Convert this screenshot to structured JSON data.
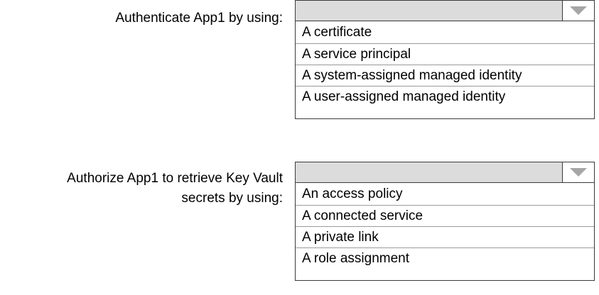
{
  "page": {
    "background_color": "#ffffff",
    "text_color": "#000000",
    "border_color": "#3a3a3a",
    "header_fill_color": "#dcdcdc",
    "arrow_color": "#a6a6a6",
    "separator_color": "#9a9a9a"
  },
  "questions": [
    {
      "label": "Authenticate App1 by using:",
      "dropdown": {
        "selected_value": "",
        "placeholder": "",
        "arrow_icon": "chevron-down-icon",
        "expanded": true,
        "options": [
          "A certificate",
          "A service principal",
          "A system-assigned managed identity",
          "A user-assigned managed identity"
        ]
      }
    },
    {
      "label": "Authorize App1 to retrieve Key Vault\nsecrets by using:",
      "dropdown": {
        "selected_value": "",
        "placeholder": "",
        "arrow_icon": "chevron-down-icon",
        "expanded": true,
        "options": [
          "An access policy",
          "A connected service",
          "A private link",
          "A role assignment"
        ]
      }
    }
  ]
}
